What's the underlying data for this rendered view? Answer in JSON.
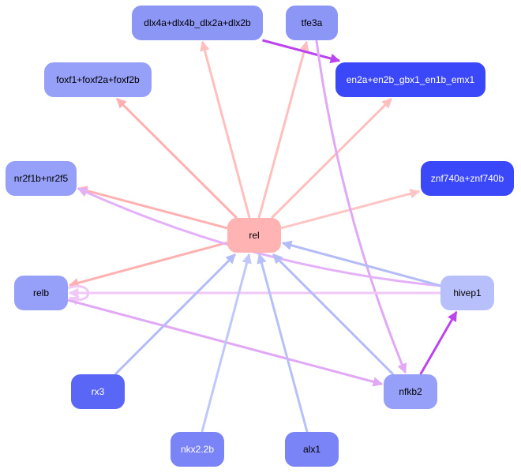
{
  "nodes": [
    {
      "id": "rel",
      "label": "rel",
      "fill": "#ffb3b3",
      "text": "#000000"
    },
    {
      "id": "dlx",
      "label": "dlx4a+dlx4b_dlx2a+dlx2b",
      "fill": "#8c96f5",
      "text": "#000000"
    },
    {
      "id": "tfe3a",
      "label": "tfe3a",
      "fill": "#8c96f5",
      "text": "#000000"
    },
    {
      "id": "en2a",
      "label": "en2a+en2b_gbx1_en1b_emx1",
      "fill": "#3a48fa",
      "text": "#ffffff"
    },
    {
      "id": "foxf1",
      "label": "foxf1+foxf2a+foxf2b",
      "fill": "#96a0f8",
      "text": "#000000"
    },
    {
      "id": "nr2f1b",
      "label": "nr2f1b+nr2f5",
      "fill": "#96a0f8",
      "text": "#000000"
    },
    {
      "id": "znf740a",
      "label": "znf740a+znf740b",
      "fill": "#3a48fa",
      "text": "#ffffff"
    },
    {
      "id": "relb",
      "label": "relb",
      "fill": "#96a0f8",
      "text": "#000000"
    },
    {
      "id": "hivep1",
      "label": "hivep1",
      "fill": "#b8c0fb",
      "text": "#000000"
    },
    {
      "id": "rx3",
      "label": "rx3",
      "fill": "#5a66f5",
      "text": "#ffffff"
    },
    {
      "id": "nfkb2",
      "label": "nfkb2",
      "fill": "#96a0f8",
      "text": "#000000"
    },
    {
      "id": "nkx22b",
      "label": "nkx2.2b",
      "fill": "#7a84f6",
      "text": "#ffffff"
    },
    {
      "id": "alx1",
      "label": "alx1",
      "fill": "#7a84f6",
      "text": "#000000"
    }
  ],
  "edges": [
    {
      "from": "rel",
      "to": "dlx",
      "color": "#ffbfbf"
    },
    {
      "from": "rel",
      "to": "tfe3a",
      "color": "#ffbfbf"
    },
    {
      "from": "rel",
      "to": "en2a",
      "color": "#ffbfbf"
    },
    {
      "from": "rel",
      "to": "foxf1",
      "color": "#ffb0b0"
    },
    {
      "from": "rel",
      "to": "nr2f1b",
      "color": "#ffb0b0"
    },
    {
      "from": "rel",
      "to": "znf740a",
      "color": "#ffc4c4"
    },
    {
      "from": "rel",
      "to": "relb",
      "color": "#ffb0b0"
    },
    {
      "from": "dlx",
      "to": "en2a",
      "color": "#bb44ee"
    },
    {
      "from": "tfe3a",
      "to": "nfkb2",
      "color": "#e0a8f5"
    },
    {
      "from": "hivep1",
      "to": "nr2f1b",
      "color": "#e4b0f7"
    },
    {
      "from": "hivep1",
      "to": "rel",
      "color": "#b4bcf8"
    },
    {
      "from": "hivep1",
      "to": "relb",
      "color": "#f0c8f8"
    },
    {
      "from": "relb",
      "to": "relb",
      "color": "#f0c8f8"
    },
    {
      "from": "relb",
      "to": "nfkb2",
      "color": "#e0a8f5"
    },
    {
      "from": "nfkb2",
      "to": "hivep1",
      "color": "#bb44ee"
    },
    {
      "from": "nfkb2",
      "to": "rel",
      "color": "#b4bcf8"
    },
    {
      "from": "rx3",
      "to": "rel",
      "color": "#b4bcf8"
    },
    {
      "from": "nkx22b",
      "to": "rel",
      "color": "#c0c8fa"
    },
    {
      "from": "alx1",
      "to": "rel",
      "color": "#b8c0f9"
    }
  ]
}
